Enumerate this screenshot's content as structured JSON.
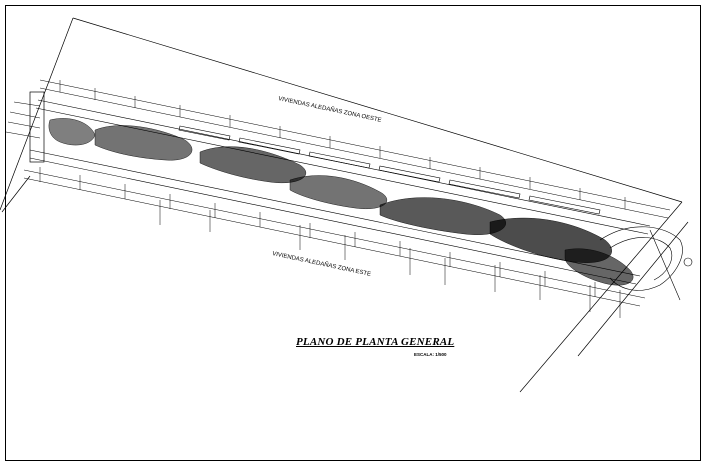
{
  "drawing": {
    "title": "PLANO DE PLANTA GENERAL",
    "scale_label": "ESCALA: 1/500",
    "zone_west_label": "VIVIENDAS ALEDAÑAS ZONA OESTE",
    "zone_east_label": "VIVIENDAS ALEDAÑAS ZONA ESTE",
    "line_color": "#000000",
    "background_color": "#ffffff"
  }
}
